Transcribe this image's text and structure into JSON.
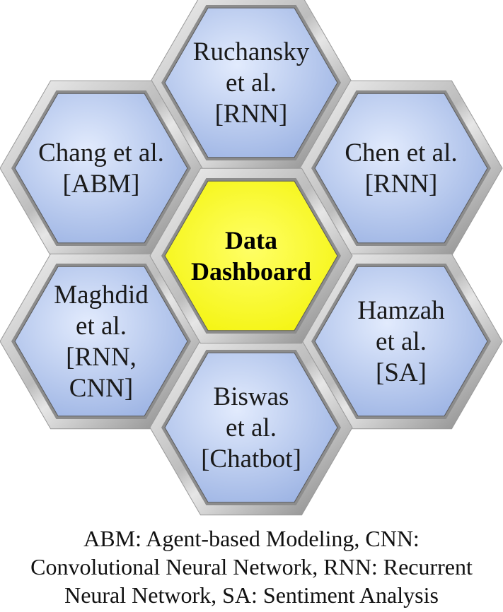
{
  "colors": {
    "outer_fill_light": "#d7e3fb",
    "outer_fill_dark": "#9fb6e6",
    "center_fill": "#ffff33",
    "frame_light": "#f2f2f2",
    "frame_dark": "#8a8a8a"
  },
  "hexagons": {
    "center": {
      "lines": [
        "Data",
        "Dashboard"
      ]
    },
    "top": {
      "lines": [
        "Ruchansky",
        "et al.",
        "[RNN]"
      ]
    },
    "upper_left": {
      "lines": [
        "Chang et al.",
        "[ABM]"
      ]
    },
    "upper_right": {
      "lines": [
        "Chen et al.",
        "[RNN]"
      ]
    },
    "lower_left": {
      "lines": [
        "Maghdid",
        "et al.",
        "[RNN,",
        "CNN]"
      ]
    },
    "lower_right": {
      "lines": [
        "Hamzah",
        "et al.",
        "[SA]"
      ]
    },
    "bottom": {
      "lines": [
        "Biswas",
        "et al.",
        "[Chatbot]"
      ]
    }
  },
  "legend": {
    "line1": "ABM: Agent-based Modeling, CNN:",
    "line2": "Convolutional Neural Network, RNN: Recurrent",
    "line3": "Neural Network, SA: Sentiment Analysis"
  }
}
